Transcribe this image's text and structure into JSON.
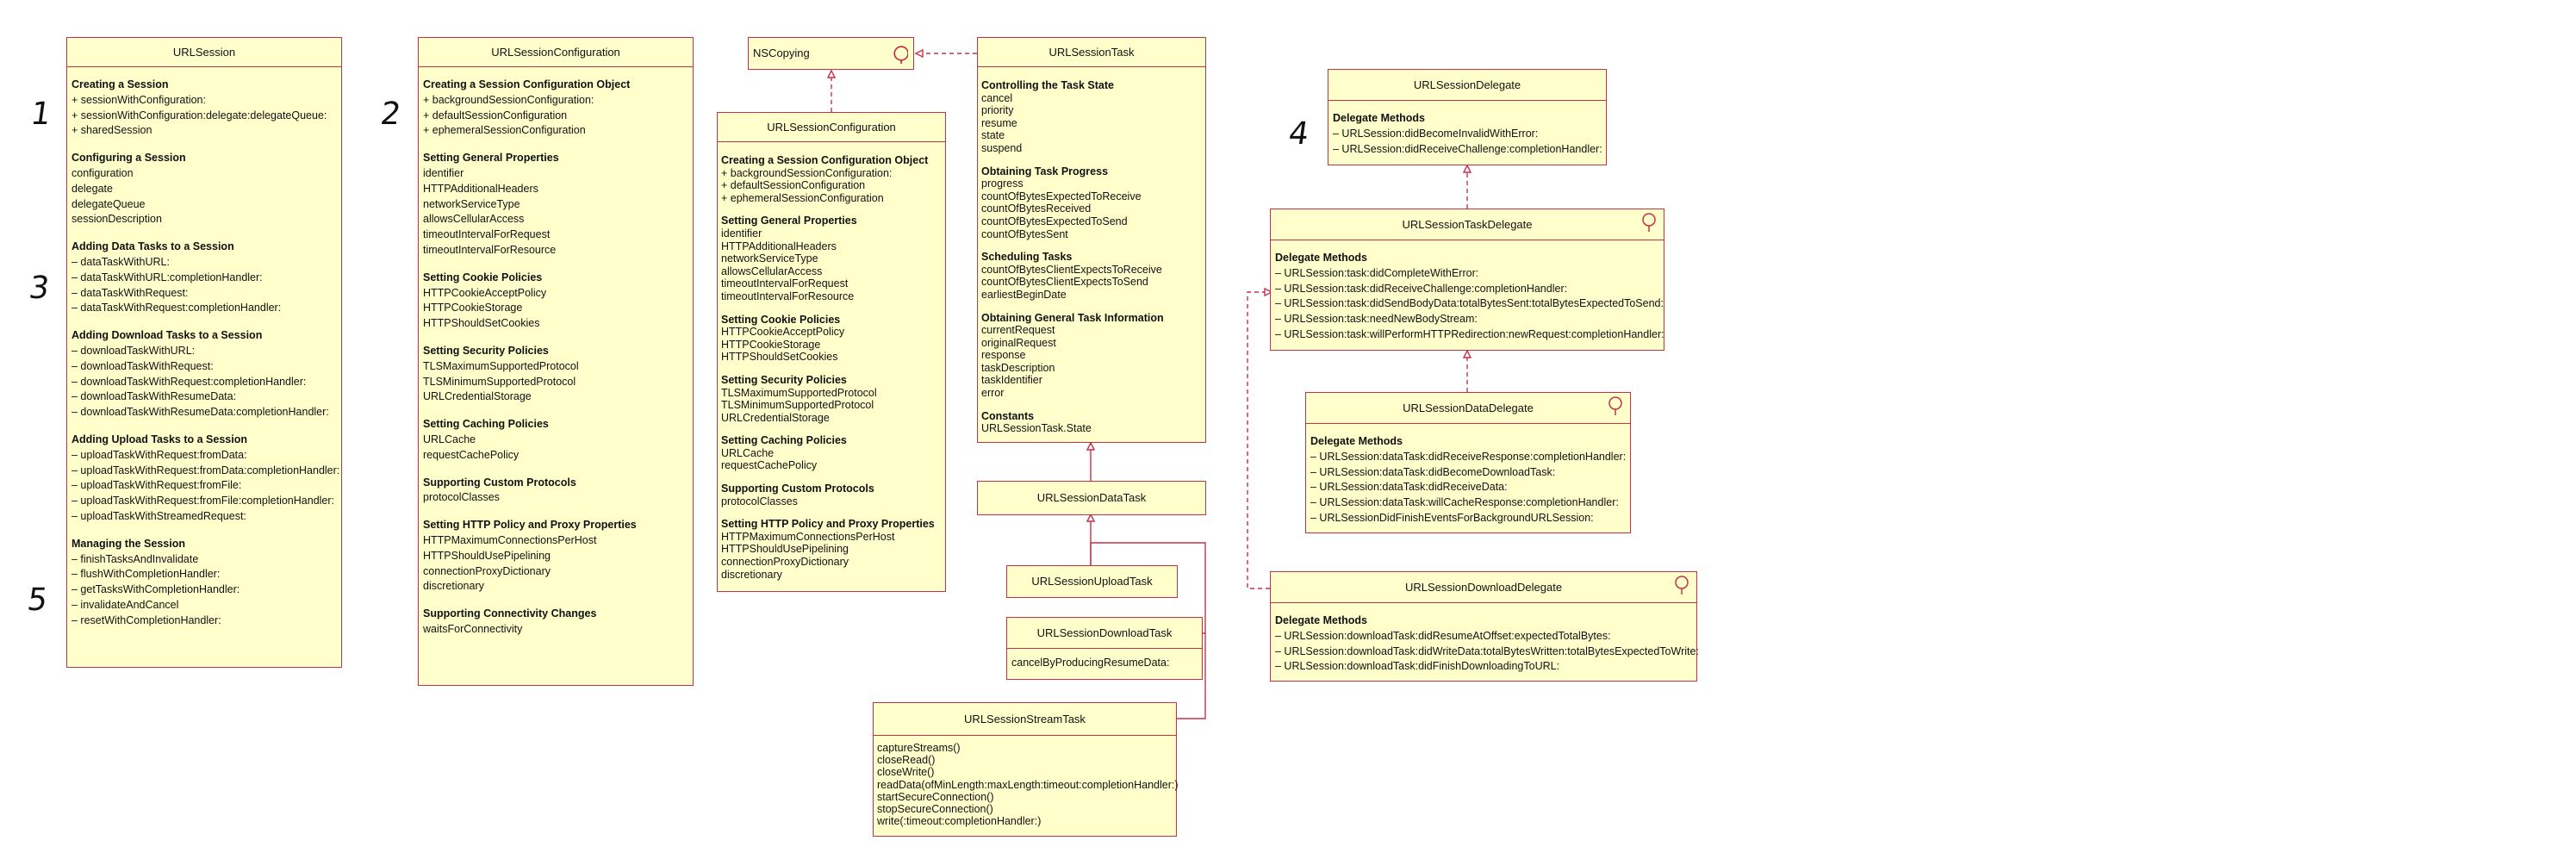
{
  "hand_numbers": [
    "1",
    "2",
    "3",
    "4",
    "5"
  ],
  "url_session": {
    "title": "URLSession",
    "sections": [
      {
        "title": "Creating a Session",
        "items": [
          "+ sessionWithConfiguration:",
          "+ sessionWithConfiguration:delegate:delegateQueue:",
          "+ sharedSession"
        ]
      },
      {
        "title": "Configuring a Session",
        "items": [
          "configuration",
          "delegate",
          "delegateQueue",
          "sessionDescription"
        ]
      },
      {
        "title": "Adding Data Tasks to a Session",
        "items": [
          "– dataTaskWithURL:",
          "– dataTaskWithURL:completionHandler:",
          "– dataTaskWithRequest:",
          "– dataTaskWithRequest:completionHandler:"
        ]
      },
      {
        "title": "Adding Download Tasks to a Session",
        "items": [
          "– downloadTaskWithURL:",
          "– downloadTaskWithRequest:",
          "– downloadTaskWithRequest:completionHandler:",
          "– downloadTaskWithResumeData:",
          "– downloadTaskWithResumeData:completionHandler:"
        ]
      },
      {
        "title": "Adding Upload Tasks to a Session",
        "items": [
          "– uploadTaskWithRequest:fromData:",
          "– uploadTaskWithRequest:fromData:completionHandler:",
          "– uploadTaskWithRequest:fromFile:",
          "– uploadTaskWithRequest:fromFile:completionHandler:",
          "– uploadTaskWithStreamedRequest:"
        ]
      },
      {
        "title": "Managing the Session",
        "items": [
          "– finishTasksAndInvalidate",
          "– flushWithCompletionHandler:",
          "– getTasksWithCompletionHandler:",
          "– invalidateAndCancel",
          "– resetWithCompletionHandler:"
        ]
      }
    ]
  },
  "url_session_configuration": {
    "title": "URLSessionConfiguration",
    "sections": [
      {
        "title": "Creating a Session Configuration Object",
        "items": [
          "+ backgroundSessionConfiguration:",
          "+ defaultSessionConfiguration",
          "+ ephemeralSessionConfiguration"
        ]
      },
      {
        "title": "Setting General Properties",
        "items": [
          "identifier",
          "HTTPAdditionalHeaders",
          "networkServiceType",
          "allowsCellularAccess",
          "timeoutIntervalForRequest",
          "timeoutIntervalForResource"
        ]
      },
      {
        "title": "Setting Cookie Policies",
        "items": [
          "HTTPCookieAcceptPolicy",
          "HTTPCookieStorage",
          "HTTPShouldSetCookies"
        ]
      },
      {
        "title": "Setting Security Policies",
        "items": [
          "TLSMaximumSupportedProtocol",
          "TLSMinimumSupportedProtocol",
          "URLCredentialStorage"
        ]
      },
      {
        "title": "Setting Caching Policies",
        "items": [
          "URLCache",
          "requestCachePolicy"
        ]
      },
      {
        "title": "Supporting Custom Protocols",
        "items": [
          "protocolClasses"
        ]
      },
      {
        "title": "Setting HTTP Policy and Proxy Properties",
        "items": [
          "HTTPMaximumConnectionsPerHost",
          "HTTPShouldUsePipelining",
          "connectionProxyDictionary",
          "discretionary"
        ]
      },
      {
        "title": "Supporting Connectivity Changes",
        "items": [
          "waitsForConnectivity"
        ]
      }
    ]
  },
  "ns_copying": {
    "title": "NSCopying"
  },
  "url_session_configuration_small": {
    "title": "URLSessionConfiguration",
    "sections": [
      {
        "title": "Creating a Session Configuration Object",
        "items": [
          "+ backgroundSessionConfiguration:",
          "+ defaultSessionConfiguration",
          "+ ephemeralSessionConfiguration"
        ]
      },
      {
        "title": "Setting General Properties",
        "items": [
          "identifier",
          "HTTPAdditionalHeaders",
          "networkServiceType",
          "allowsCellularAccess",
          "timeoutIntervalForRequest",
          "timeoutIntervalForResource"
        ]
      },
      {
        "title": "Setting Cookie Policies",
        "items": [
          "HTTPCookieAcceptPolicy",
          "HTTPCookieStorage",
          "HTTPShouldSetCookies"
        ]
      },
      {
        "title": "Setting Security Policies",
        "items": [
          "TLSMaximumSupportedProtocol",
          "TLSMinimumSupportedProtocol",
          "URLCredentialStorage"
        ]
      },
      {
        "title": "Setting Caching Policies",
        "items": [
          "URLCache",
          "requestCachePolicy"
        ]
      },
      {
        "title": "Supporting Custom Protocols",
        "items": [
          "protocolClasses"
        ]
      },
      {
        "title": "Setting HTTP Policy and Proxy Properties",
        "items": [
          "HTTPMaximumConnectionsPerHost",
          "HTTPShouldUsePipelining",
          "connectionProxyDictionary",
          "discretionary"
        ]
      }
    ]
  },
  "url_session_task": {
    "title": "URLSessionTask",
    "sections": [
      {
        "title": "Controlling the Task State",
        "items": [
          "cancel",
          "priority",
          "resume",
          "state",
          "suspend"
        ]
      },
      {
        "title": "Obtaining Task Progress",
        "items": [
          "progress",
          "countOfBytesExpectedToReceive",
          "countOfBytesReceived",
          "countOfBytesExpectedToSend",
          "countOfBytesSent"
        ]
      },
      {
        "title": "Scheduling Tasks",
        "items": [
          "countOfBytesClientExpectsToReceive",
          "countOfBytesClientExpectsToSend",
          "earliestBeginDate"
        ]
      },
      {
        "title": "Obtaining General Task Information",
        "items": [
          "currentRequest",
          "originalRequest",
          "response",
          "taskDescription",
          "taskIdentifier",
          "error"
        ]
      },
      {
        "title": "Constants",
        "items": [
          "URLSessionTask.State"
        ]
      }
    ]
  },
  "url_session_data_task": {
    "title": "URLSessionDataTask"
  },
  "url_session_upload_task": {
    "title": "URLSessionUploadTask"
  },
  "url_session_download_task": {
    "title": "URLSessionDownloadTask",
    "items": [
      "cancelByProducingResumeData:"
    ]
  },
  "url_session_stream_task": {
    "title": "URLSessionStreamTask",
    "items": [
      "captureStreams()",
      "closeRead()",
      "closeWrite()",
      "readData(ofMinLength:maxLength:timeout:completionHandler:)",
      "startSecureConnection()",
      "stopSecureConnection()",
      "write(:timeout:completionHandler:)"
    ]
  },
  "url_session_delegate": {
    "title": "URLSessionDelegate",
    "sections": [
      {
        "title": "Delegate Methods",
        "items": [
          "– URLSession:didBecomeInvalidWithError:",
          "– URLSession:didReceiveChallenge:completionHandler:"
        ]
      }
    ]
  },
  "url_session_task_delegate": {
    "title": "URLSessionTaskDelegate",
    "sections": [
      {
        "title": "Delegate Methods",
        "items": [
          "– URLSession:task:didCompleteWithError:",
          "– URLSession:task:didReceiveChallenge:completionHandler:",
          "– URLSession:task:didSendBodyData:totalBytesSent:totalBytesExpectedToSend:",
          "– URLSession:task:needNewBodyStream:",
          "– URLSession:task:willPerformHTTPRedirection:newRequest:completionHandler:"
        ]
      }
    ]
  },
  "url_session_data_delegate": {
    "title": "URLSessionDataDelegate",
    "sections": [
      {
        "title": "Delegate Methods",
        "items": [
          "– URLSession:dataTask:didReceiveResponse:completionHandler:",
          "– URLSession:dataTask:didBecomeDownloadTask:",
          "– URLSession:dataTask:didReceiveData:",
          "– URLSession:dataTask:willCacheResponse:completionHandler:",
          "– URLSessionDidFinishEventsForBackgroundURLSession:"
        ]
      }
    ]
  },
  "url_session_download_delegate": {
    "title": "URLSessionDownloadDelegate",
    "sections": [
      {
        "title": "Delegate Methods",
        "items": [
          "– URLSession:downloadTask:didResumeAtOffset:expectedTotalBytes:",
          "– URLSession:downloadTask:didWriteData:totalBytesWritten:totalBytesExpectedToWrite:",
          "– URLSession:downloadTask:didFinishDownloadingToURL:"
        ]
      }
    ]
  },
  "colors": {
    "box_fill": "#ffffcc",
    "border": "#c8304a",
    "text": "#111111"
  }
}
